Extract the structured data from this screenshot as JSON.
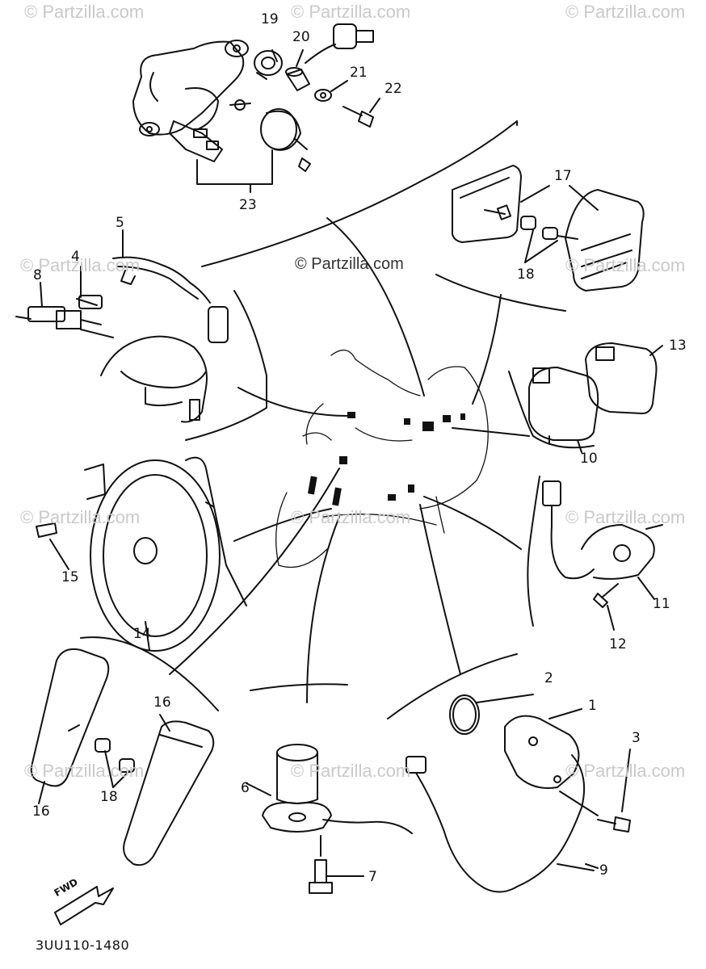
{
  "watermarks": {
    "text": "© Partzilla.com",
    "center_text": "© Partzilla.com"
  },
  "callouts": [
    "1",
    "2",
    "3",
    "4",
    "5",
    "6",
    "7",
    "8",
    "9",
    "10",
    "11",
    "12",
    "13",
    "14",
    "15",
    "16",
    "16",
    "17",
    "18",
    "18",
    "19",
    "20",
    "21",
    "22",
    "23"
  ],
  "diagram_ref": "3UU110-1480",
  "fwd_label": "FWD"
}
